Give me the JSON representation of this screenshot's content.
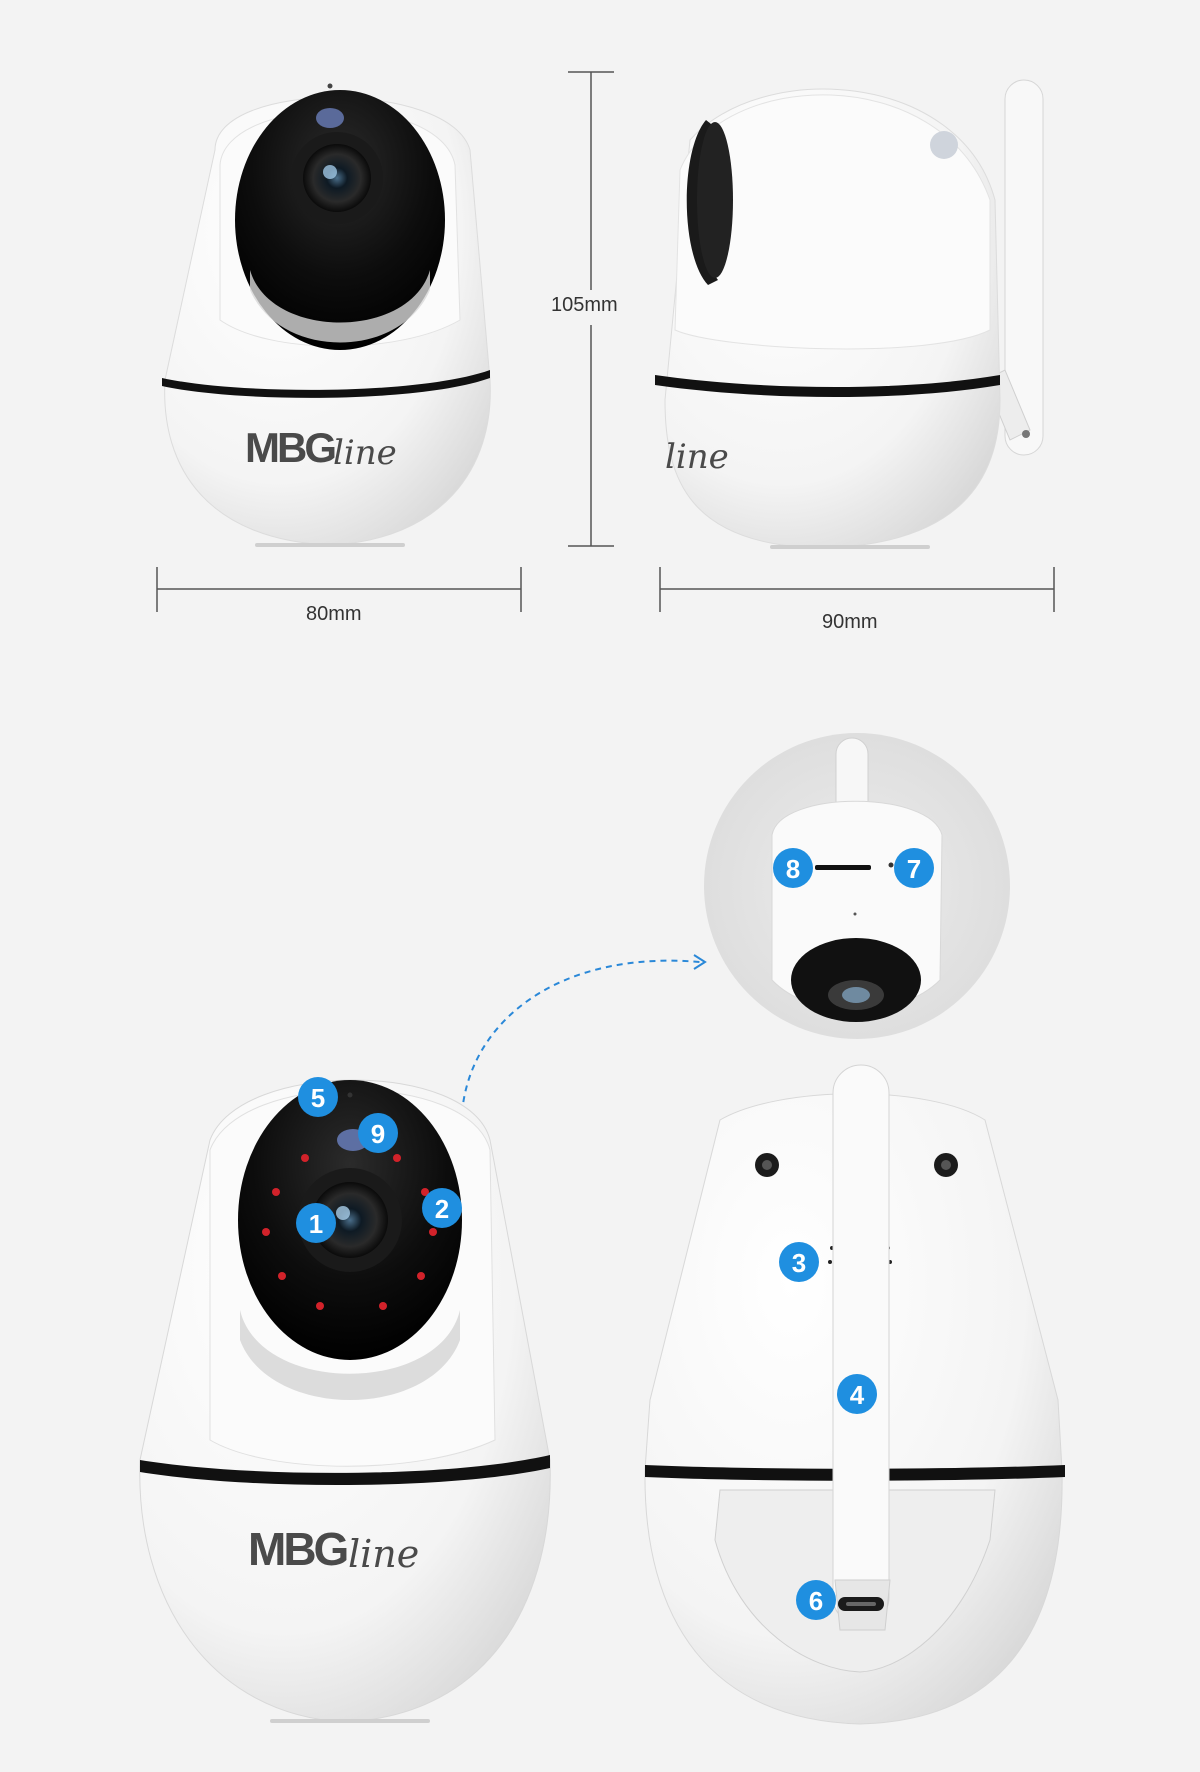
{
  "dimensions": {
    "height": "105mm",
    "front_width": "80mm",
    "side_depth": "90mm"
  },
  "brand": {
    "mark": "MBG",
    "suffix": "line"
  },
  "callouts": [
    "1",
    "2",
    "3",
    "4",
    "5",
    "6",
    "7",
    "8",
    "9"
  ],
  "colors": {
    "background": "#f3f3f3",
    "callout_blue": "#1f8fe0",
    "body_white": "#ffffff",
    "lens_black": "#141414",
    "ir_led_red": "#d2222a"
  }
}
